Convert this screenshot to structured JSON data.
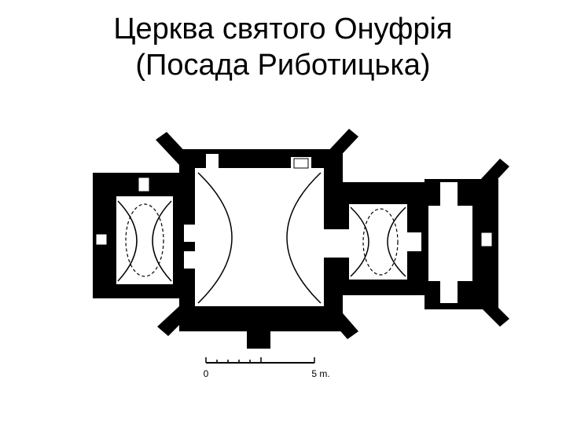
{
  "slide": {
    "title_line1": "Церква святого Онуфрія",
    "title_line2": "(Посада Риботицька)"
  },
  "plan": {
    "scale_start_label": "0",
    "scale_end_label": "5 m."
  },
  "colors": {
    "wall": "#000000",
    "background": "#ffffff"
  }
}
